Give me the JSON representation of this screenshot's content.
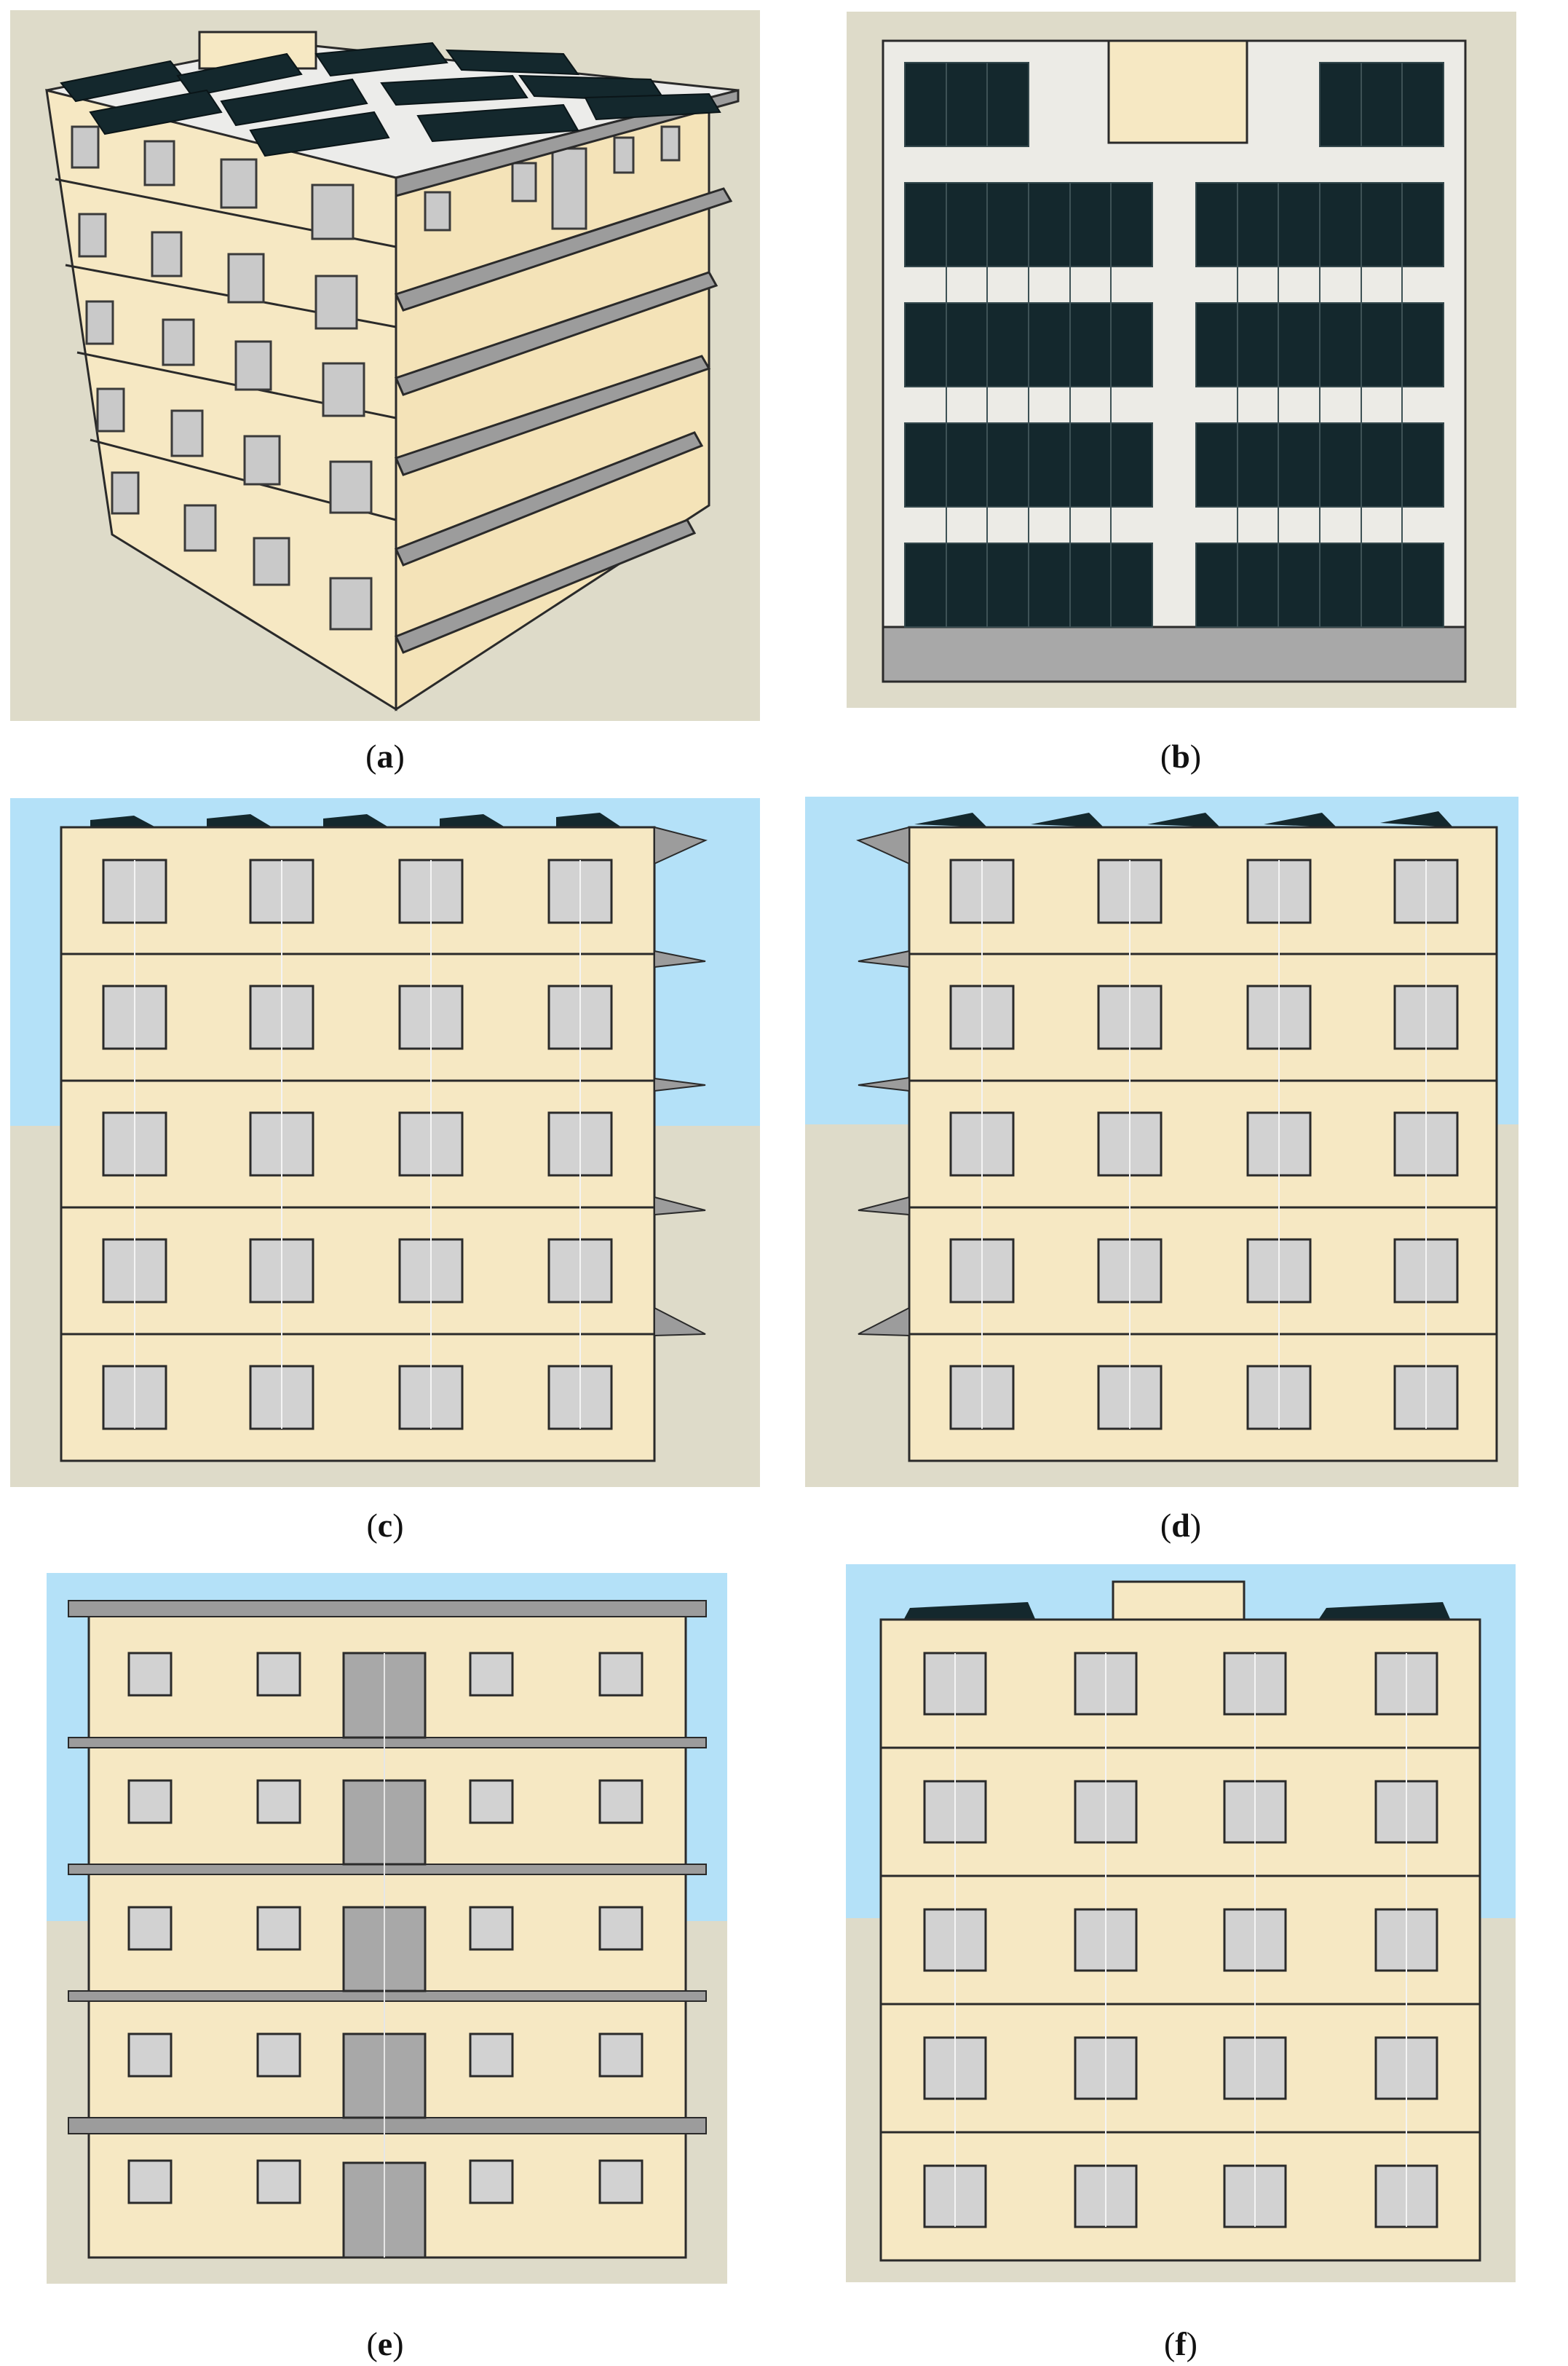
{
  "colors": {
    "wall": "#f6e8c3",
    "ground": "#dedbc9",
    "sky": "#b4e1f8",
    "panel": "#14282d",
    "slab": "#9c9c9c",
    "outline": "#2a2a2a",
    "roof": "#ececea",
    "glass": "#cdcdcd",
    "glassDark": "#8e8e8e"
  },
  "panels": [
    {
      "id": "a",
      "caption": "a",
      "view": "isometric building view with rooftop solar panels"
    },
    {
      "id": "b",
      "caption": "b",
      "view": "roof top view"
    },
    {
      "id": "c",
      "caption": "c",
      "view": "elevation"
    },
    {
      "id": "d",
      "caption": "d",
      "view": "elevation"
    },
    {
      "id": "e",
      "caption": "e",
      "view": "elevation with balconies"
    },
    {
      "id": "f",
      "caption": "f",
      "view": "elevation"
    }
  ]
}
